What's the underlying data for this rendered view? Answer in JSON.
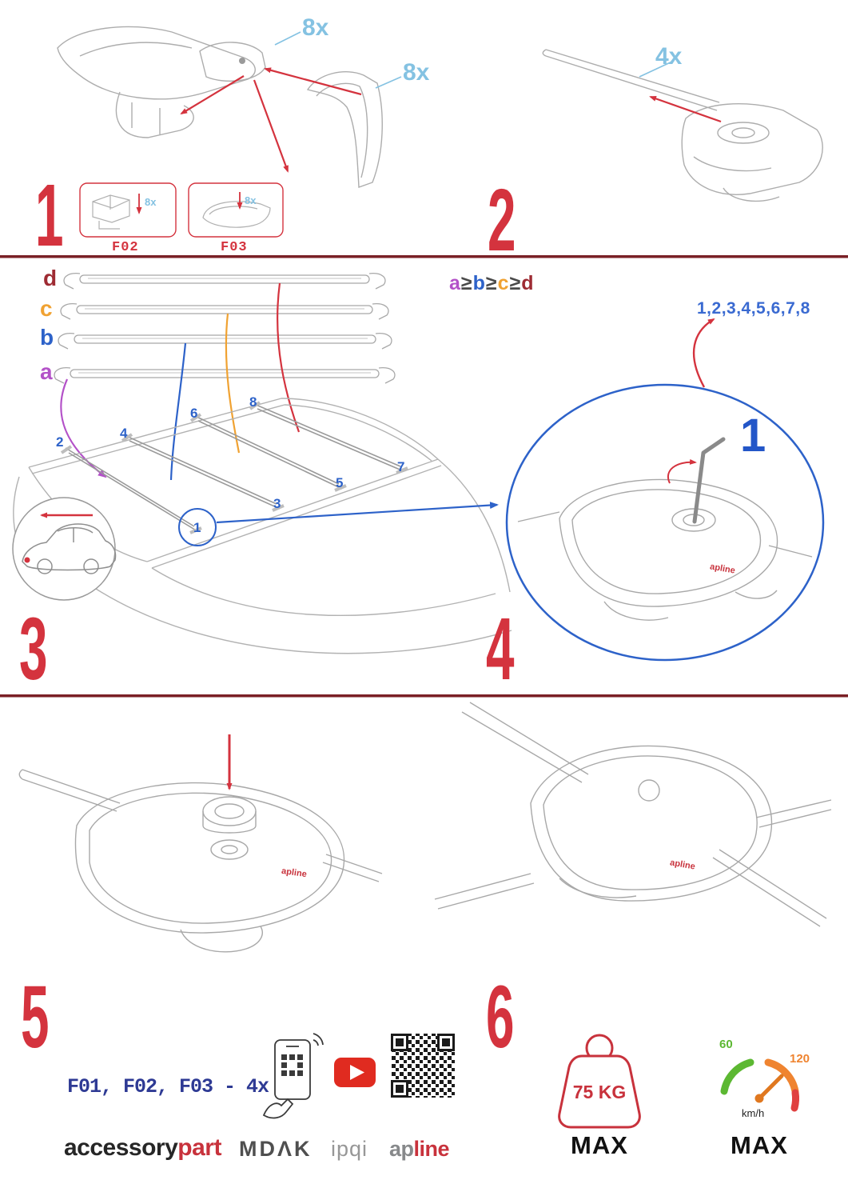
{
  "colors": {
    "accent_red": "#d4333e",
    "qty_cyan": "#84c2e2",
    "blue": "#2d62c9",
    "orange": "#f0a232",
    "purple": "#b351c8",
    "dark_red": "#9e2b33",
    "divider": "#7a2026",
    "navy": "#2e3a94",
    "brand_red": "#c8323c",
    "speed_green": "#5cb832",
    "speed_orange": "#ef8430"
  },
  "step1": {
    "number": "1",
    "qty_cap": "8x",
    "qty_cover": "8x",
    "boxes": [
      {
        "label": "F02",
        "qty": "8x"
      },
      {
        "label": "F03",
        "qty": "8x"
      }
    ]
  },
  "step2": {
    "number": "2",
    "qty": "4x"
  },
  "step3": {
    "number": "3",
    "bar_labels": [
      "d",
      "c",
      "b",
      "a"
    ],
    "formula": [
      "a",
      "≥",
      "b",
      "≥",
      "c",
      "≥",
      "d"
    ],
    "positions": [
      "1",
      "2",
      "3",
      "4",
      "5",
      "6",
      "7",
      "8"
    ]
  },
  "step4": {
    "number": "4",
    "sequence": "1,2,3,4,5,6,7,8",
    "callout": "1"
  },
  "step5": {
    "number": "5"
  },
  "step6": {
    "number": "6"
  },
  "clamp_brand": "apline",
  "footer": {
    "parts_note": "F01, F02, F03 - 4x",
    "logos": {
      "accessory": "accessory",
      "part": "part",
      "mdak": "MDΛK",
      "ipqi": "ipqi",
      "ap": "ap",
      "line": "line"
    },
    "weight": {
      "value": "75 KG",
      "max": "MAX"
    },
    "speed": {
      "low": "60",
      "high": "120",
      "unit": "km/h",
      "max": "MAX"
    }
  }
}
